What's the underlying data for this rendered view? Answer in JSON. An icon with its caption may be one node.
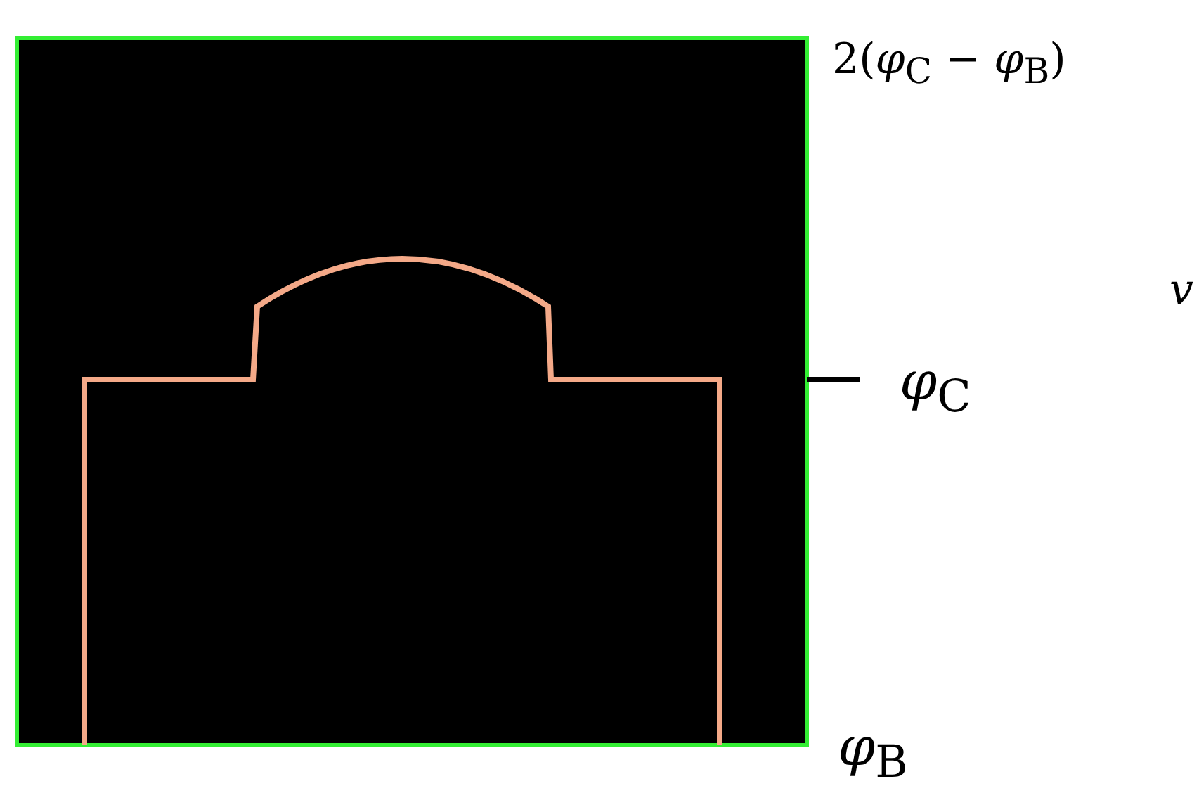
{
  "diagram": {
    "labels": [
      "2(*φ*$_{C}$ − *φ*$_{B}$)",
      "v",
      "*φ*$_{C}$",
      "*φ*$_{B}$"
    ]
  }
}
